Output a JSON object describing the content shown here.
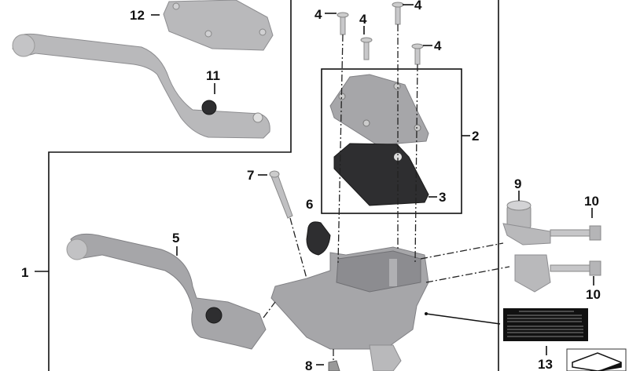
{
  "diagram": {
    "callouts": [
      {
        "id": "label-1",
        "text": "1"
      },
      {
        "id": "label-2",
        "text": "2"
      },
      {
        "id": "label-3",
        "text": "3"
      },
      {
        "id": "label-4a",
        "text": "4"
      },
      {
        "id": "label-4b",
        "text": "4"
      },
      {
        "id": "label-4c",
        "text": "4"
      },
      {
        "id": "label-4d",
        "text": "4"
      },
      {
        "id": "label-5",
        "text": "5"
      },
      {
        "id": "label-6",
        "text": "6"
      },
      {
        "id": "label-7",
        "text": "7"
      },
      {
        "id": "label-8",
        "text": "8"
      },
      {
        "id": "label-9",
        "text": "9"
      },
      {
        "id": "label-10a",
        "text": "10"
      },
      {
        "id": "label-10b",
        "text": "10"
      },
      {
        "id": "label-11",
        "text": "11"
      },
      {
        "id": "label-12",
        "text": "12"
      },
      {
        "id": "label-13",
        "text": "13"
      }
    ],
    "colors": {
      "part_aluminium": "#b9b9bb",
      "part_dark": "#2e2e30",
      "line": "#111111"
    }
  }
}
